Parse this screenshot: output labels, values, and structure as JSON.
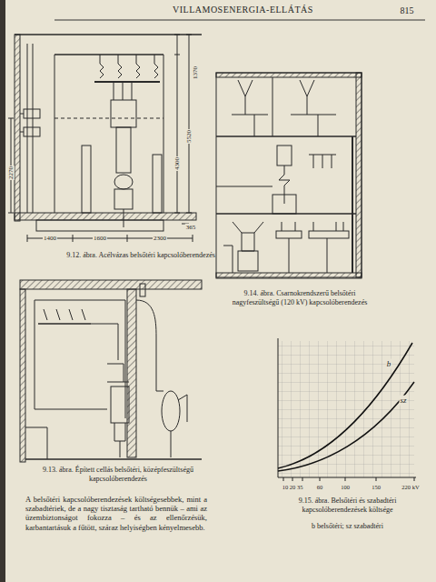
{
  "diagram": {
    "title": "VILLAMOSENERGIA-ELLÁTÁS",
    "labels": [
      "815",
      "1370",
      "5520",
      "4300",
      "2270",
      "1400",
      "1600",
      "2300",
      "365",
      "9.12. ábra. Acélvázas belsőtéri kapcsolóberendezés",
      "9.14. ábra. Csarnokrendszerű belsőtéri nagyfeszültségű (120 kV) kapcsolóberendezés",
      "9.13. ábra. Épített cellás belsőtéri, középfeszültségű kapcsolóberendezés",
      "A belsőtéri kapcsolóberendezések költségesebbek, mint a szabadtériek, de a nagy tisztaság tartható bennük – ami az üzembiztonságot fokozza – és az ellenőrzésük, karbantartásuk a fűtött, száraz helyiségben kényelmesebb.",
      "b",
      "sz",
      "10 20 35",
      "60",
      "100",
      "150",
      "220 kV",
      "9.15. ábra. Belsőtéri és szabadtéri kapcsolóberendezések költsége",
      "b belsőtéri; sz szabadtéri"
    ]
  }
}
